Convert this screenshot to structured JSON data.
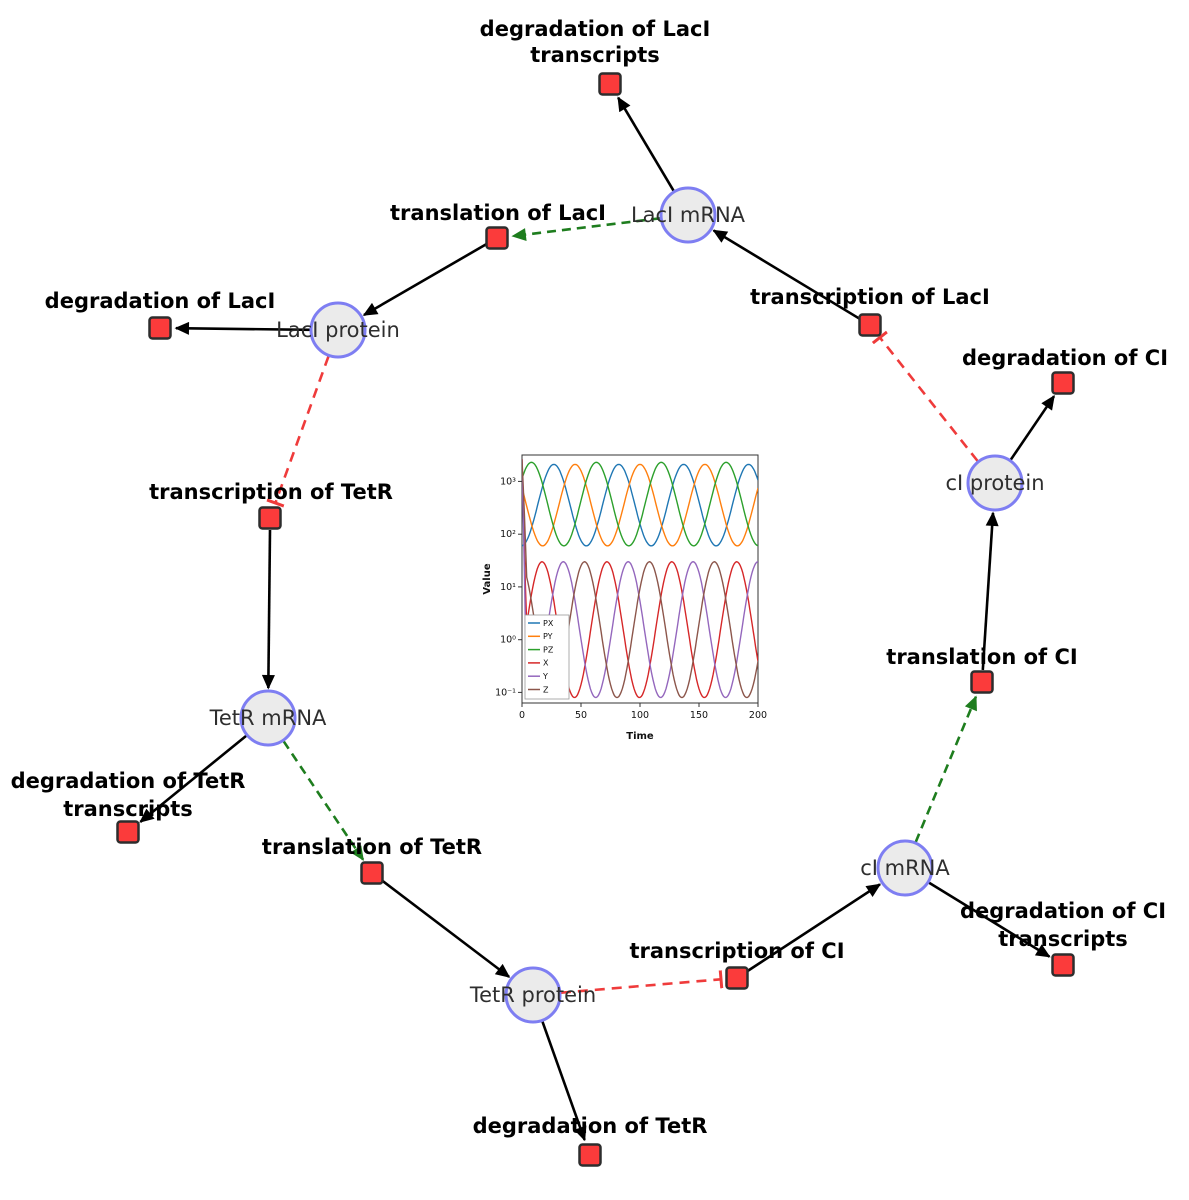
{
  "figure": {
    "background_color": "#ffffff",
    "description_colors": {
      "species_fill": "#ebebeb",
      "species_stroke": "#7e7ef2",
      "reaction_fill": "#fb3b3b",
      "reaction_stroke": "#2d2d2d",
      "reaction_edge": "#000000",
      "activation_edge": "#1e7d1e",
      "inhibition_edge": "#ef3b3b"
    }
  },
  "diagram": {
    "species_nodes": [
      {
        "id": "laci-mrna",
        "label": "LacI mRNA"
      },
      {
        "id": "laci-protein",
        "label": "LacI protein"
      },
      {
        "id": "tetr-mrna",
        "label": "TetR mRNA"
      },
      {
        "id": "tetr-protein",
        "label": "TetR protein"
      },
      {
        "id": "ci-mrna",
        "label": "cI mRNA"
      },
      {
        "id": "ci-protein",
        "label": "cI protein"
      }
    ],
    "reaction_nodes": [
      {
        "id": "deg-laci-transcripts",
        "lines": [
          "degradation of LacI",
          "transcripts"
        ]
      },
      {
        "id": "translation-laci",
        "lines": [
          "translation of LacI"
        ]
      },
      {
        "id": "deg-laci",
        "lines": [
          "degradation of LacI"
        ]
      },
      {
        "id": "transcription-laci",
        "lines": [
          "transcription of LacI"
        ]
      },
      {
        "id": "deg-ci",
        "lines": [
          "degradation of CI"
        ]
      },
      {
        "id": "transcription-tetr",
        "lines": [
          "transcription of TetR"
        ]
      },
      {
        "id": "translation-ci",
        "lines": [
          "translation of CI"
        ]
      },
      {
        "id": "deg-tetr-transcripts",
        "lines": [
          "degradation of TetR",
          "transcripts"
        ]
      },
      {
        "id": "translation-tetr",
        "lines": [
          "translation of TetR"
        ]
      },
      {
        "id": "transcription-ci",
        "lines": [
          "transcription of CI"
        ]
      },
      {
        "id": "deg-ci-transcripts",
        "lines": [
          "degradation of CI",
          "transcripts"
        ]
      },
      {
        "id": "deg-tetr",
        "lines": [
          "degradation of TetR"
        ]
      }
    ]
  },
  "chart_data": {
    "type": "line",
    "xlabel": "Time",
    "ylabel": "Value",
    "x_range": [
      0,
      200
    ],
    "x_ticks": [
      "0",
      "50",
      "100",
      "150",
      "200"
    ],
    "y_scale": "log",
    "y_ticks": [
      "10⁻¹",
      "10⁰",
      "10¹",
      "10²",
      "10³"
    ],
    "y_range": [
      0.07,
      3000
    ],
    "grid": false,
    "legend_position": "lower left",
    "legend": [
      "PX",
      "PY",
      "PZ",
      "X",
      "Y",
      "Z"
    ],
    "series": [
      {
        "name": "PX",
        "color": "#1f77b4",
        "min": 60,
        "max": 2100,
        "period": 55,
        "peak_t": 27,
        "init_drop": false
      },
      {
        "name": "PY",
        "color": "#ff7f0e",
        "min": 60,
        "max": 2100,
        "period": 55,
        "peak_t": 45,
        "init_drop": false
      },
      {
        "name": "PZ",
        "color": "#2ca02c",
        "min": 60,
        "max": 2300,
        "period": 55,
        "peak_t": 63,
        "init_drop": false
      },
      {
        "name": "X",
        "color": "#d62728",
        "min": 0.08,
        "max": 30,
        "period": 55,
        "peak_t": 17,
        "init_drop": true
      },
      {
        "name": "Y",
        "color": "#9467bd",
        "min": 0.08,
        "max": 30,
        "period": 55,
        "peak_t": 35,
        "init_drop": true
      },
      {
        "name": "Z",
        "color": "#8c564b",
        "min": 0.08,
        "max": 30,
        "period": 55,
        "peak_t": 53,
        "init_drop": true
      }
    ]
  }
}
